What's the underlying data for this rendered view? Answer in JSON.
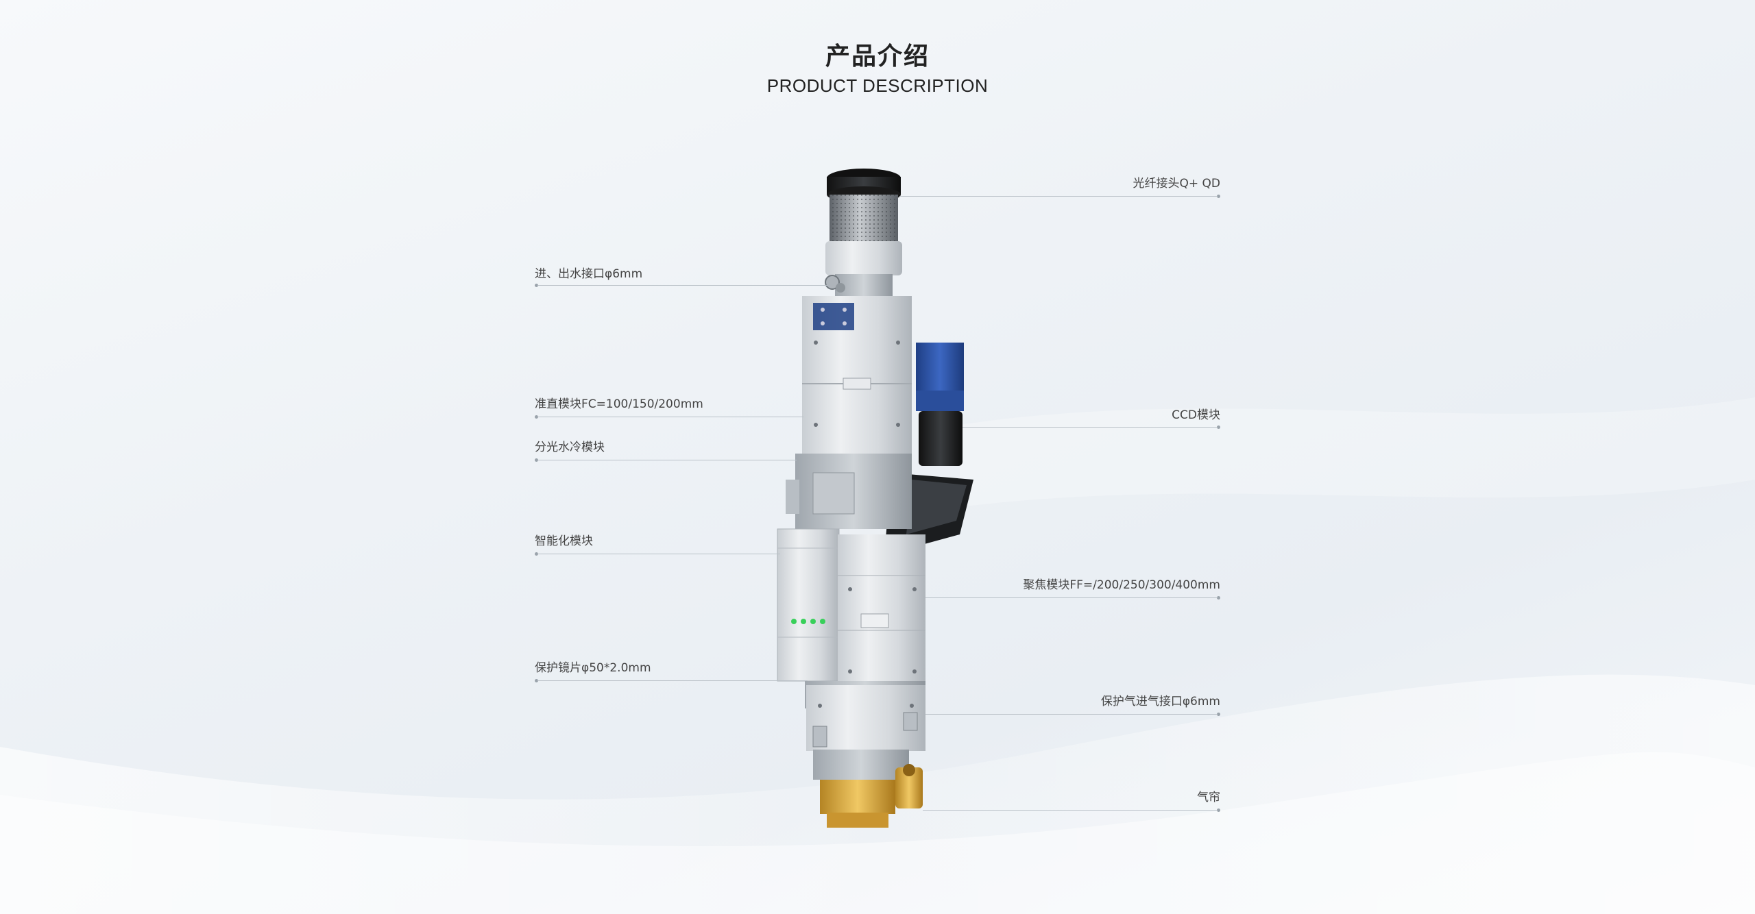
{
  "header": {
    "title_cn": "产品介绍",
    "title_en": "PRODUCT DESCRIPTION"
  },
  "callouts": {
    "left": [
      {
        "label": "进、出水接口φ6mm"
      },
      {
        "label": "准直模块FC=100/150/200mm"
      },
      {
        "label": "分光水冷模块"
      },
      {
        "label": "智能化模块"
      },
      {
        "label": "保护镜片φ50*2.0mm"
      }
    ],
    "right": [
      {
        "label": "光纤接头Q+ QD"
      },
      {
        "label": "CCD模块"
      },
      {
        "label": "聚焦模块FF=/200/250/300/400mm"
      },
      {
        "label": "保护气进气接口φ6mm"
      },
      {
        "label": "气帘"
      }
    ]
  },
  "colors": {
    "leader_line": "#b9c0c7",
    "aluminium": "#d7dbdf",
    "ccd_blue": "#2f55a8",
    "brass": "#d8a73c",
    "status_led": "#38d05a"
  }
}
